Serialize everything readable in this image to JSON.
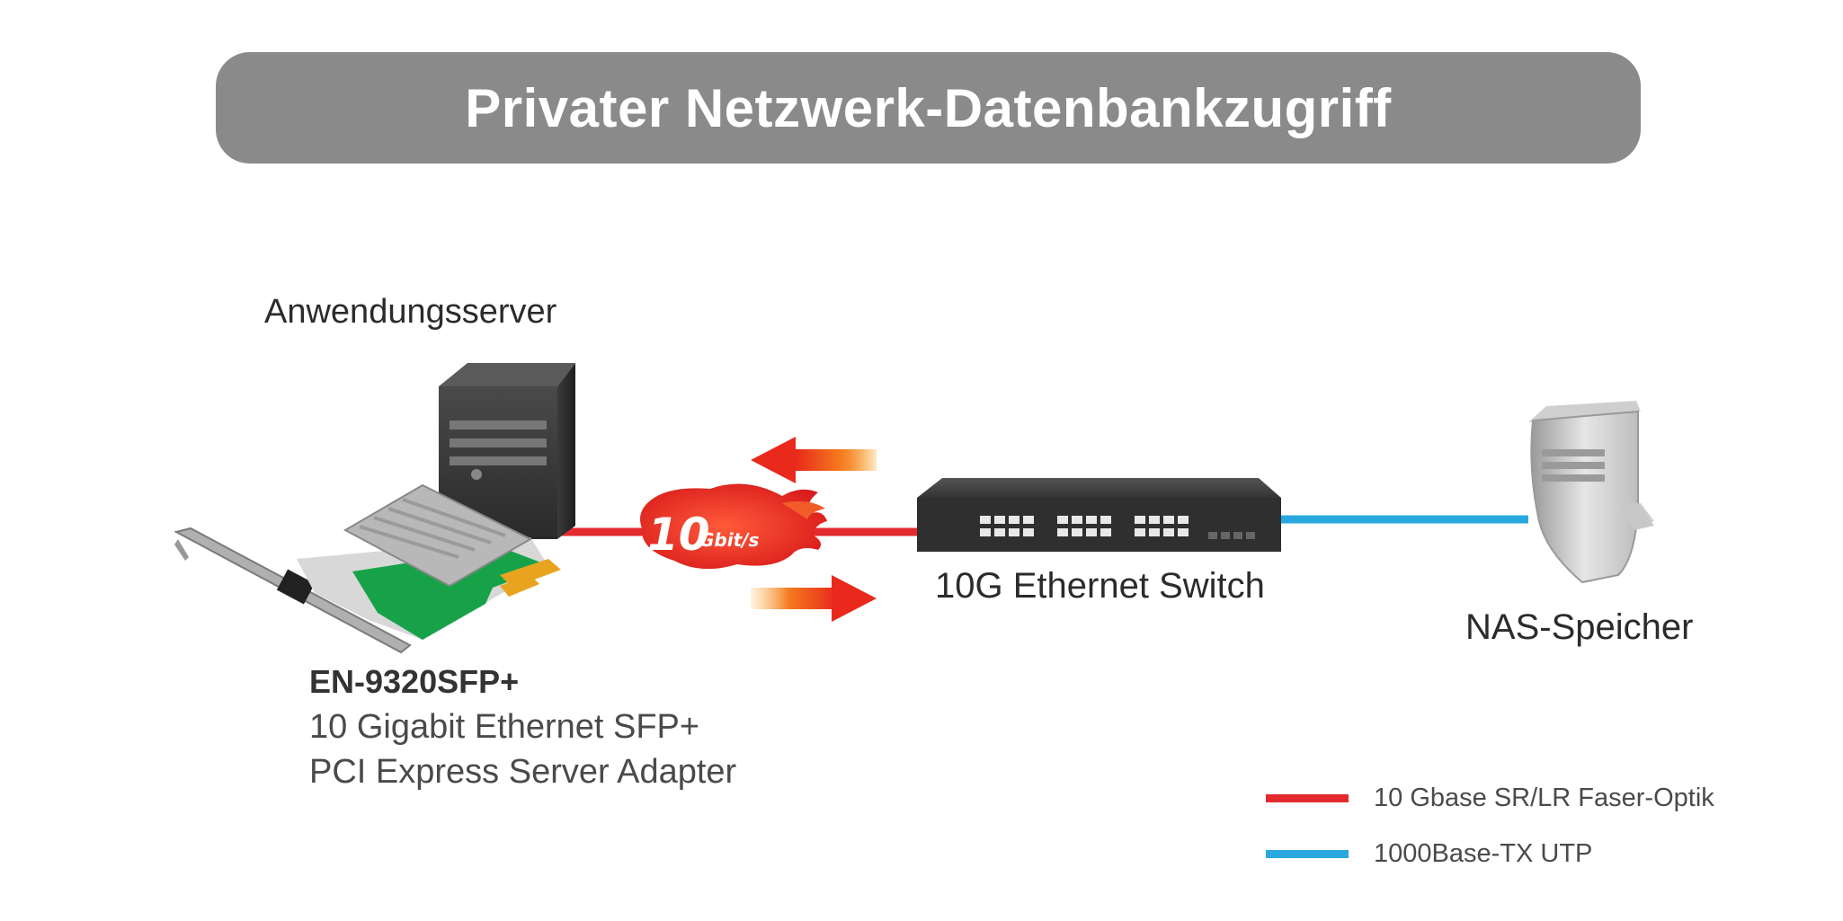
{
  "title": "Privater Netzwerk-Datenbankzugriff",
  "nodes": {
    "server": "Anwendungsserver",
    "switch": "10G Ethernet Switch",
    "nas": "NAS-Speicher"
  },
  "product": {
    "model": "EN-9320SFP+",
    "line1": "10 Gigabit Ethernet SFP+",
    "line2": "PCI Express Server Adapter"
  },
  "speed_badge": {
    "number": "10",
    "unit": "Gbit/s"
  },
  "legend": [
    {
      "label": "10 Gbase SR/LR Faser-Optik",
      "color": "#e52a2f"
    },
    {
      "label": "1000Base-TX UTP",
      "color": "#29a8e0"
    }
  ],
  "colors": {
    "banner": "#8a8a8a",
    "fiber": "#e52a2f",
    "utp": "#29a8e0",
    "arrow": "#f04a1a"
  }
}
